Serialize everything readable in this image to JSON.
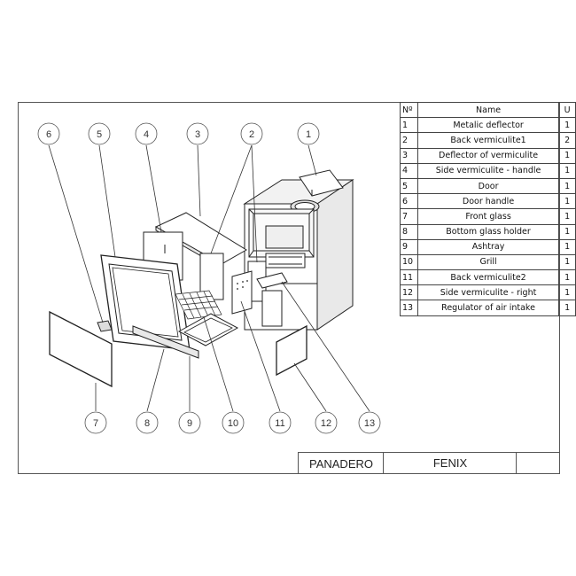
{
  "bom": {
    "headers": {
      "no": "Nº",
      "name": "Name",
      "u": "U"
    },
    "rows": [
      {
        "no": "1",
        "name": "Metalic deflector",
        "u": "1"
      },
      {
        "no": "2",
        "name": "Back vermiculite1",
        "u": "2"
      },
      {
        "no": "3",
        "name": "Deflector of vermiculite",
        "u": "1"
      },
      {
        "no": "4",
        "name": "Side vermiculite - handle",
        "u": "1"
      },
      {
        "no": "5",
        "name": "Door",
        "u": "1"
      },
      {
        "no": "6",
        "name": "Door handle",
        "u": "1"
      },
      {
        "no": "7",
        "name": "Front glass",
        "u": "1"
      },
      {
        "no": "8",
        "name": "Bottom glass holder",
        "u": "1"
      },
      {
        "no": "9",
        "name": "Ashtray",
        "u": "1"
      },
      {
        "no": "10",
        "name": "Grill",
        "u": "1"
      },
      {
        "no": "11",
        "name": "Back vermiculite2",
        "u": "1"
      },
      {
        "no": "12",
        "name": "Side vermiculite - right",
        "u": "1"
      },
      {
        "no": "13",
        "name": "Regulator of air intake",
        "u": "1"
      }
    ]
  },
  "title_block": {
    "brand": "PANADERO",
    "model": "FENIX"
  },
  "callouts": {
    "c1": "1",
    "c2": "2",
    "c3": "3",
    "c4": "4",
    "c5": "5",
    "c6": "6",
    "c7": "7",
    "c8": "8",
    "c9": "9",
    "c10": "10",
    "c11": "11",
    "c12": "12",
    "c13": "13"
  }
}
